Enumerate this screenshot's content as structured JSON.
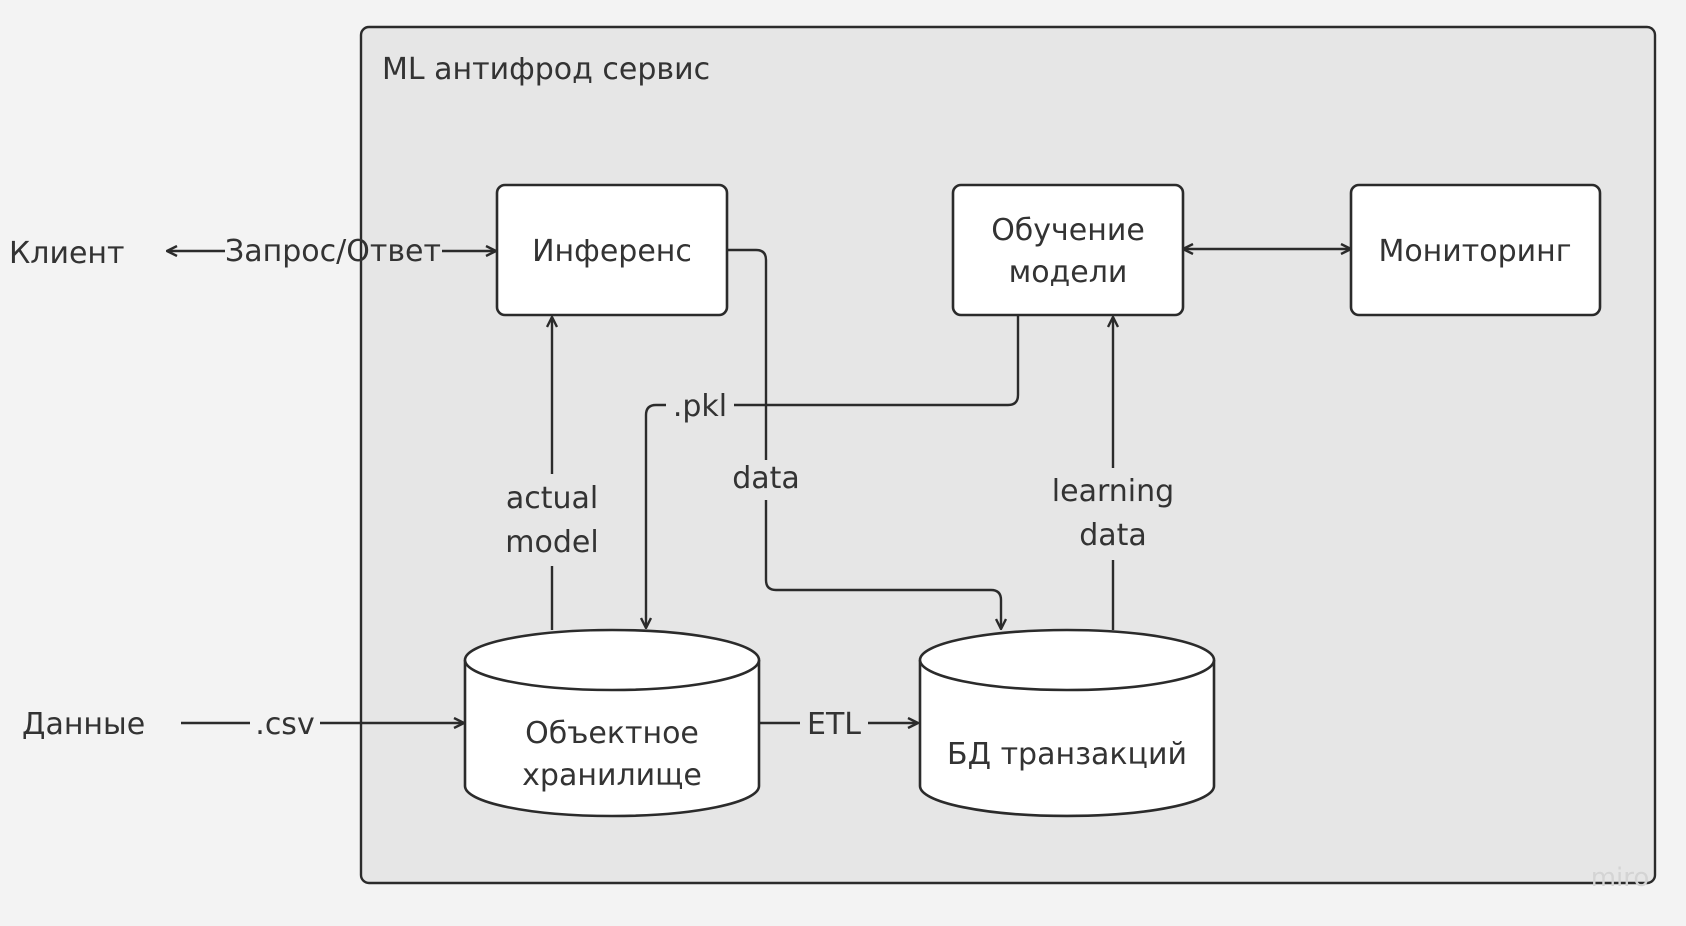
{
  "diagram": {
    "container_title": "ML антифрод сервис",
    "external": {
      "client": "Клиент",
      "data_source": "Данные"
    },
    "nodes": {
      "inference": "Инференс",
      "training_line1": "Обучение",
      "training_line2": "модели",
      "monitoring": "Мониторинг",
      "object_storage_line1": "Объектное",
      "object_storage_line2": "хранилище",
      "transactions_db": "БД транзакций"
    },
    "edge_labels": {
      "request_response": "Запрос/Ответ",
      "csv": ".csv",
      "etl": "ETL",
      "pkl": ".pkl",
      "data": "data",
      "actual_line1": "actual",
      "actual_line2": "model",
      "learning_line1": "learning",
      "learning_line2": "data"
    },
    "watermark": "miro"
  },
  "colors": {
    "page_background": "#f3f3f3",
    "frame_fill": "#e6e6e6",
    "node_fill": "#ffffff",
    "stroke": "#2b2b2b",
    "text": "#333333"
  }
}
